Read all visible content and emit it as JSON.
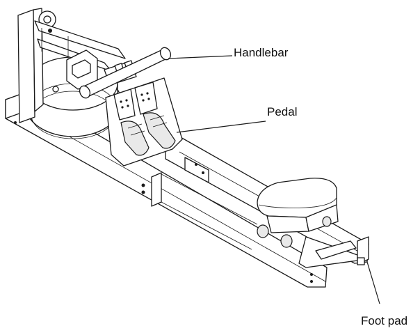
{
  "labels": {
    "handlebar": "Handlebar",
    "pedal": "Pedal",
    "foot_pad": "Foot pad"
  },
  "colors": {
    "ink": "#1a1a1a",
    "background": "#ffffff"
  }
}
